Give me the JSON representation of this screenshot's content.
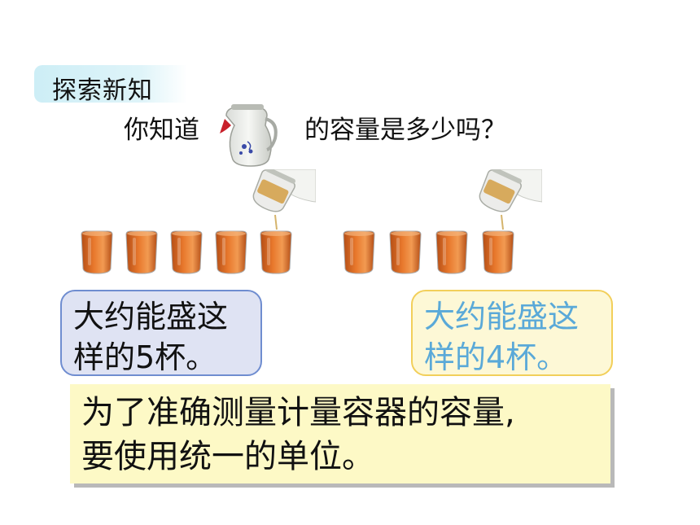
{
  "section_tag": "探索新知",
  "question": {
    "before": "你知道",
    "after": "的容量是多少吗？"
  },
  "icons": {
    "kettle": "kettle-icon",
    "pour": "pouring-kettle-icon",
    "cup": "juice-cup-icon"
  },
  "colors": {
    "juice": "#e8782c",
    "tag_bg": "#cdeef6",
    "left_bubble_bg": "#dfe3f3",
    "right_bubble_bg": "#fdf8d6",
    "right_bubble_text": "#5aa9d8",
    "note_bg": "#fdf9c6"
  },
  "left_group": {
    "cups": 5,
    "label_line1": "大约能盛这",
    "label_line2": "样的5杯。"
  },
  "right_group": {
    "cups": 4,
    "label_line1": "大约能盛这",
    "label_line2": "样的4杯。"
  },
  "conclusion": {
    "line1": "为了准确测量计量容器的容量,",
    "line2": "要使用统一的单位。"
  }
}
